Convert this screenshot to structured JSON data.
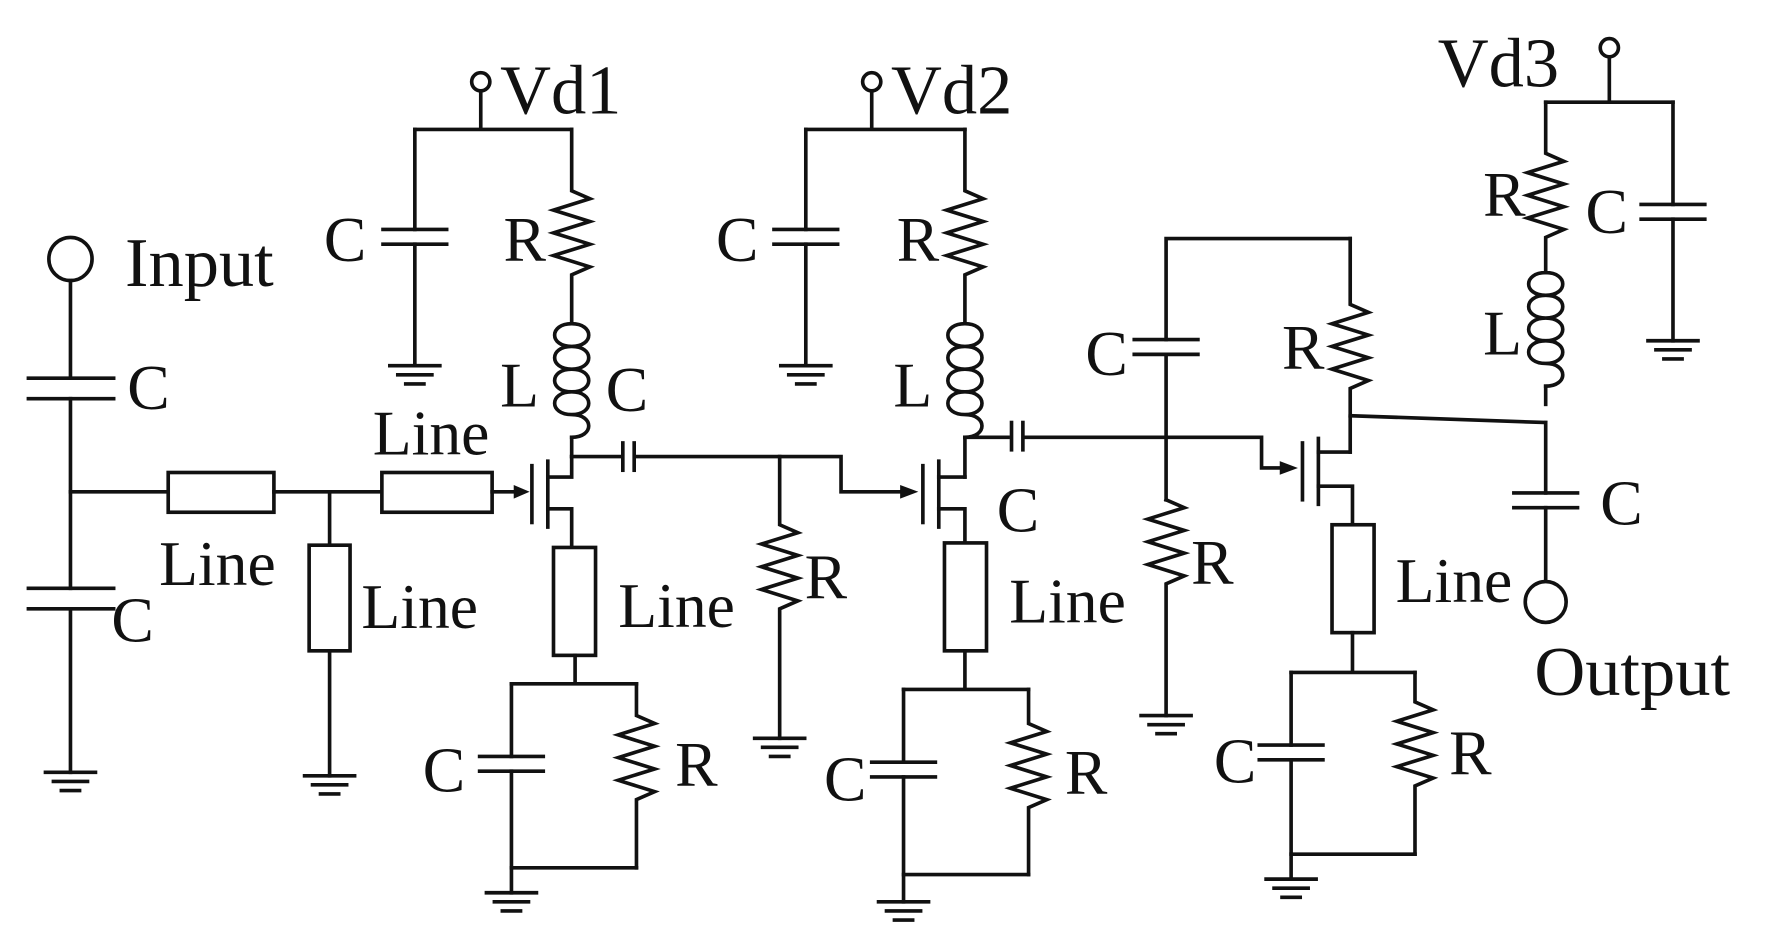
{
  "labels": {
    "input": "Input",
    "output": "Output",
    "vd1": "Vd1",
    "vd2": "Vd2",
    "vd3": "Vd3",
    "capacitor": "C",
    "resistor": "R",
    "inductor": "L",
    "line": "Line"
  },
  "colors": {
    "wire": "#111111",
    "background": "#ffffff"
  }
}
